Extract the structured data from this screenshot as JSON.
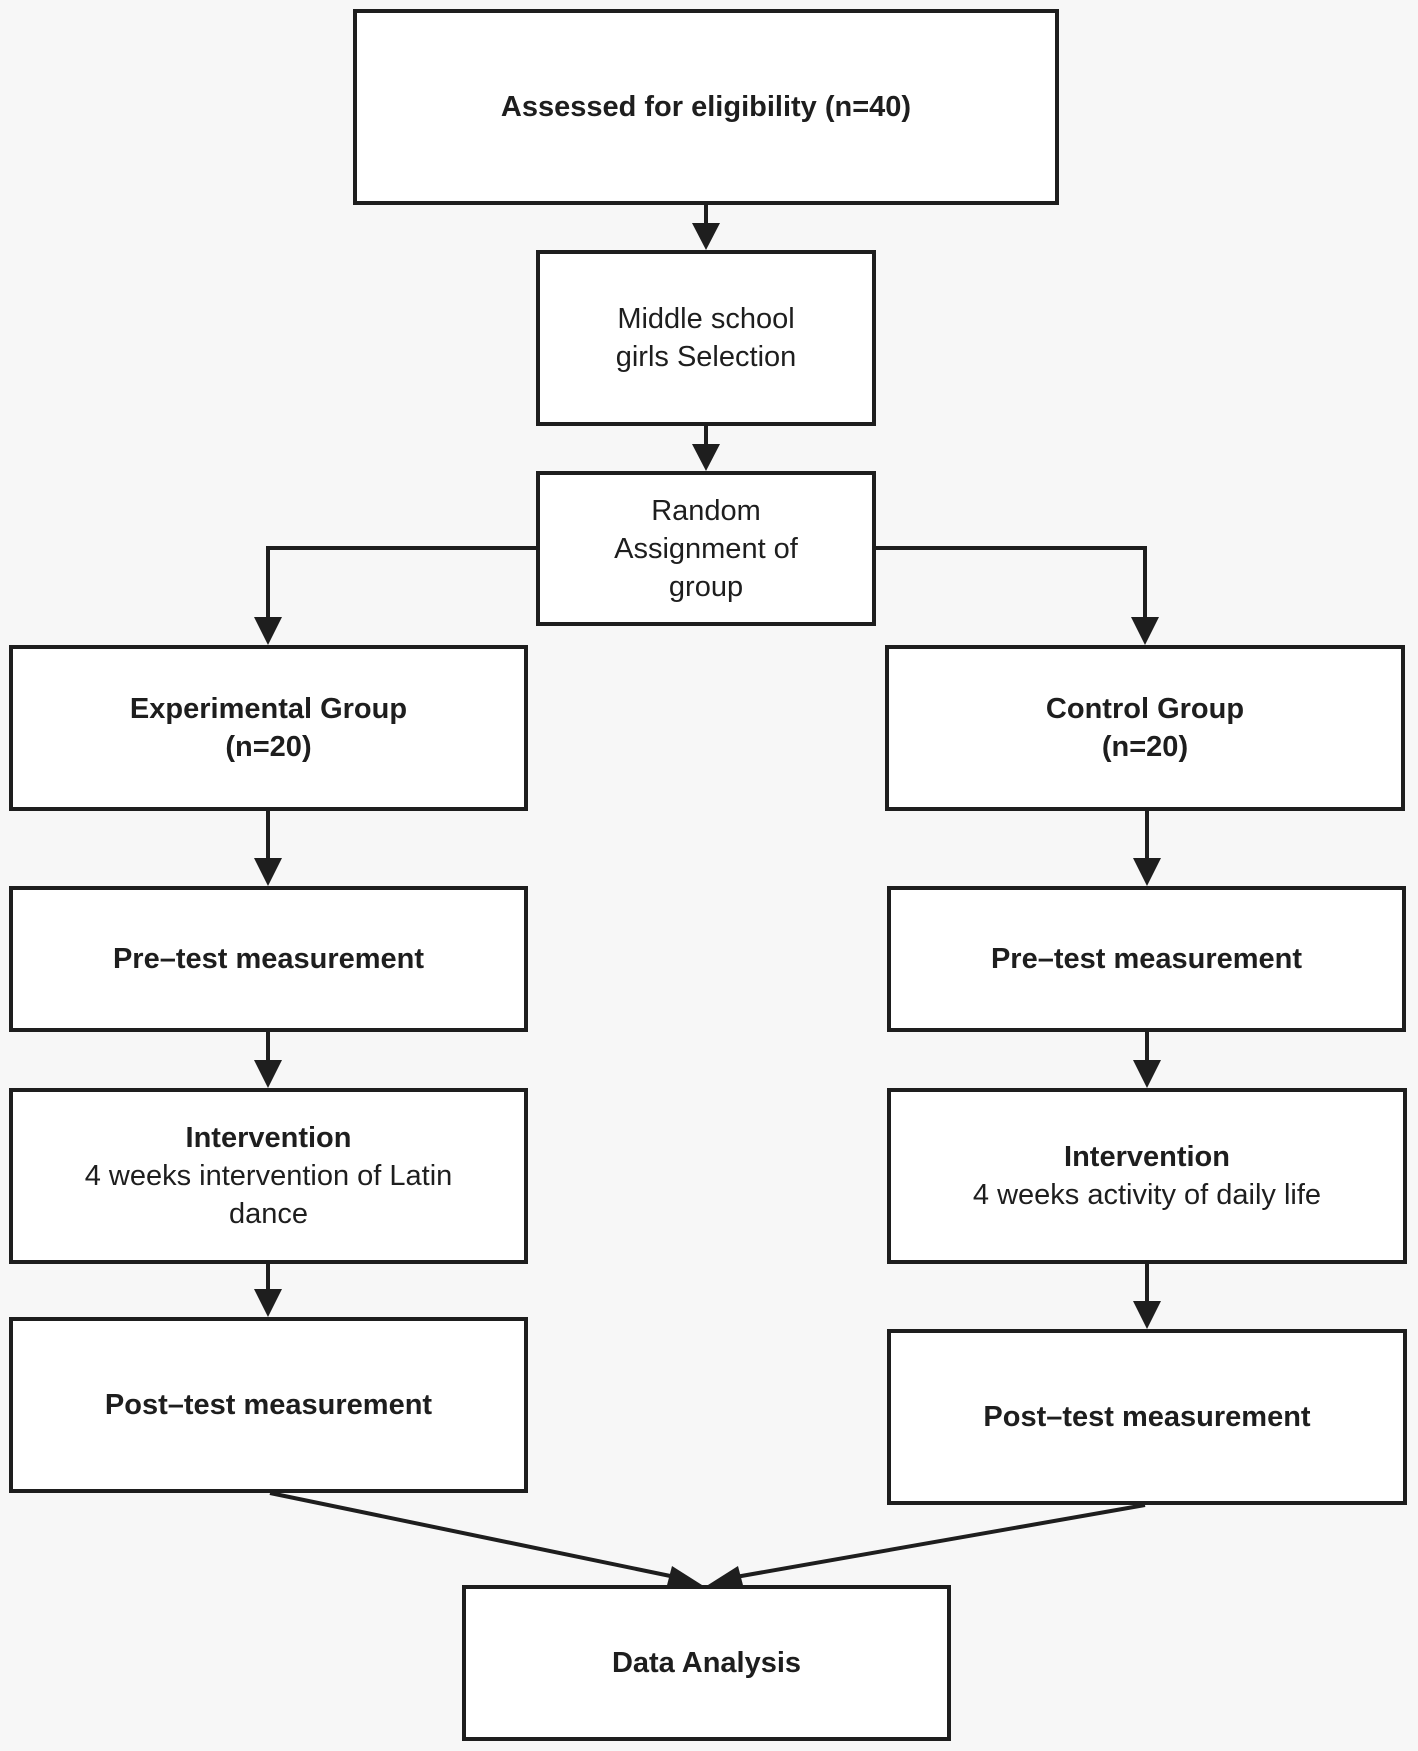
{
  "flowchart": {
    "eligibility": {
      "label": "Assessed for eligibility (n=40)"
    },
    "selection": {
      "line1": "Middle school",
      "line2": "girls Selection"
    },
    "randomization": {
      "line1": "Random",
      "line2": "Assignment of",
      "line3": "group"
    },
    "experimental": {
      "group": {
        "name": "Experimental Group",
        "n": "(n=20)"
      },
      "pretest": {
        "label": "Pre–test measurement"
      },
      "intervention": {
        "title": "Intervention",
        "line1": "4 weeks intervention of Latin",
        "line2": "dance"
      },
      "posttest": {
        "label": "Post–test measurement"
      }
    },
    "control": {
      "group": {
        "name": "Control Group",
        "n": "(n=20)"
      },
      "pretest": {
        "label": "Pre–test measurement"
      },
      "intervention": {
        "title": "Intervention",
        "line1": "4 weeks activity of daily life"
      },
      "posttest": {
        "label": "Post–test measurement"
      }
    },
    "analysis": {
      "label": "Data Analysis"
    }
  },
  "colors": {
    "line": "#1e1e1e",
    "box_fill": "#ffffff",
    "background": "#f7f7f7"
  }
}
